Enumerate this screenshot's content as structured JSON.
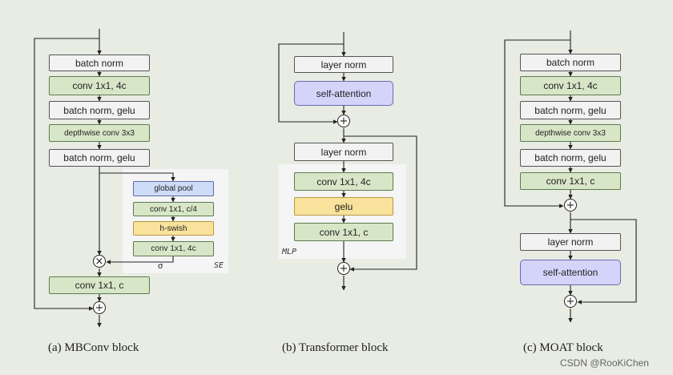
{
  "blocks": {
    "mbconv": {
      "layers": [
        "batch norm",
        "conv 1x1, 4c",
        "batch norm, gelu",
        "depthwise conv 3x3",
        "batch norm, gelu"
      ],
      "se": {
        "layers": [
          "global pool",
          "conv 1x1, c/4",
          "h-swish",
          "conv 1x1, 4c"
        ],
        "label": "SE",
        "sigma": "σ"
      },
      "output_conv": "conv 1x1, c",
      "caption": "(a) MBConv block"
    },
    "transformer": {
      "attn": [
        "layer norm",
        "self-attention"
      ],
      "mlp": {
        "layer_norm": "layer norm",
        "layers": [
          "conv 1x1, 4c",
          "gelu",
          "conv 1x1, c"
        ],
        "label": "MLP"
      },
      "caption": "(b) Transformer block"
    },
    "moat": {
      "layers": [
        "batch norm",
        "conv 1x1, 4c",
        "batch norm, gelu",
        "depthwise conv 3x3",
        "batch norm, gelu",
        "conv 1x1, c"
      ],
      "attn": [
        "layer norm",
        "self-attention"
      ],
      "caption": "(c) MOAT block"
    }
  },
  "symbols": {
    "add": "+",
    "multiply": "×"
  },
  "colors": {
    "norm_fill": "#f2f2f2",
    "conv_fill": "#d8e6c8",
    "pool_fill": "#cfdcf7",
    "activation_fill": "#f9e29c",
    "attention_fill": "#d4d4fb",
    "background": "#e8ece3"
  },
  "watermark": "CSDN @RooKiChen"
}
